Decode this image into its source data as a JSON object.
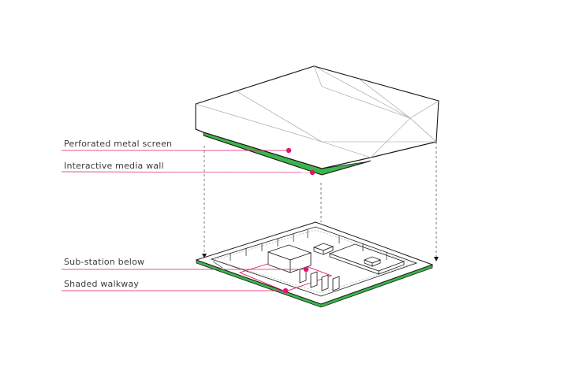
{
  "colors": {
    "accent": "#e0166f",
    "leader": "#e0166f",
    "green": "#3cb54a",
    "outline": "#1a1a1a",
    "facet": "#9a9a9a"
  },
  "labels": [
    {
      "id": "perforated-metal-screen",
      "text": "Perforated metal screen"
    },
    {
      "id": "interactive-media-wall",
      "text": "Interactive media wall"
    },
    {
      "id": "sub-station-below",
      "text": "Sub-station below"
    },
    {
      "id": "shaded-walkway",
      "text": "Shaded walkway"
    }
  ]
}
